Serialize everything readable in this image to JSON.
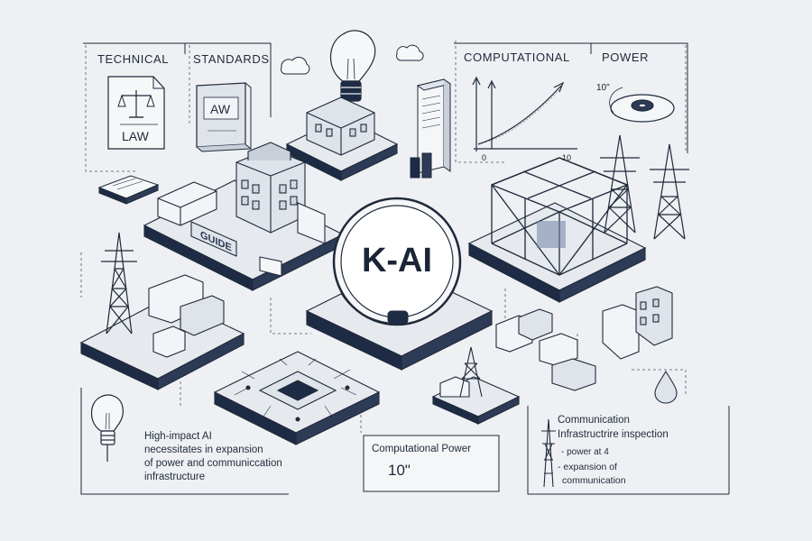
{
  "headers": {
    "technical": "TECHNICAL",
    "standards": "STANDARDS",
    "computational": "COMPUTATIONAL",
    "power": "POWER"
  },
  "doc_labels": {
    "law": "LAW",
    "aw": "AW",
    "guide": "GUIDE"
  },
  "center": {
    "logo": "K-AI"
  },
  "chart": {
    "x_start": "0",
    "x_end": "10",
    "power_label": "10\""
  },
  "note_left": {
    "line1": "High-impact AI",
    "line2": "necessitates in expansion",
    "line3": "of power and communiccation",
    "line4": "infrastructure"
  },
  "note_center": {
    "title": "Computational Power",
    "value": "10\""
  },
  "note_right": {
    "line1": "Communication",
    "line2": "Infrastructrire inspection",
    "line3": "- power at 4",
    "line4": "- expansion of",
    "line5": "communication"
  },
  "colors": {
    "background": "#eef0f3",
    "ink": "#1f2a3a",
    "navy": "#1e2b45",
    "panel": "#dfe3ea",
    "accent": "#6f83a8"
  }
}
